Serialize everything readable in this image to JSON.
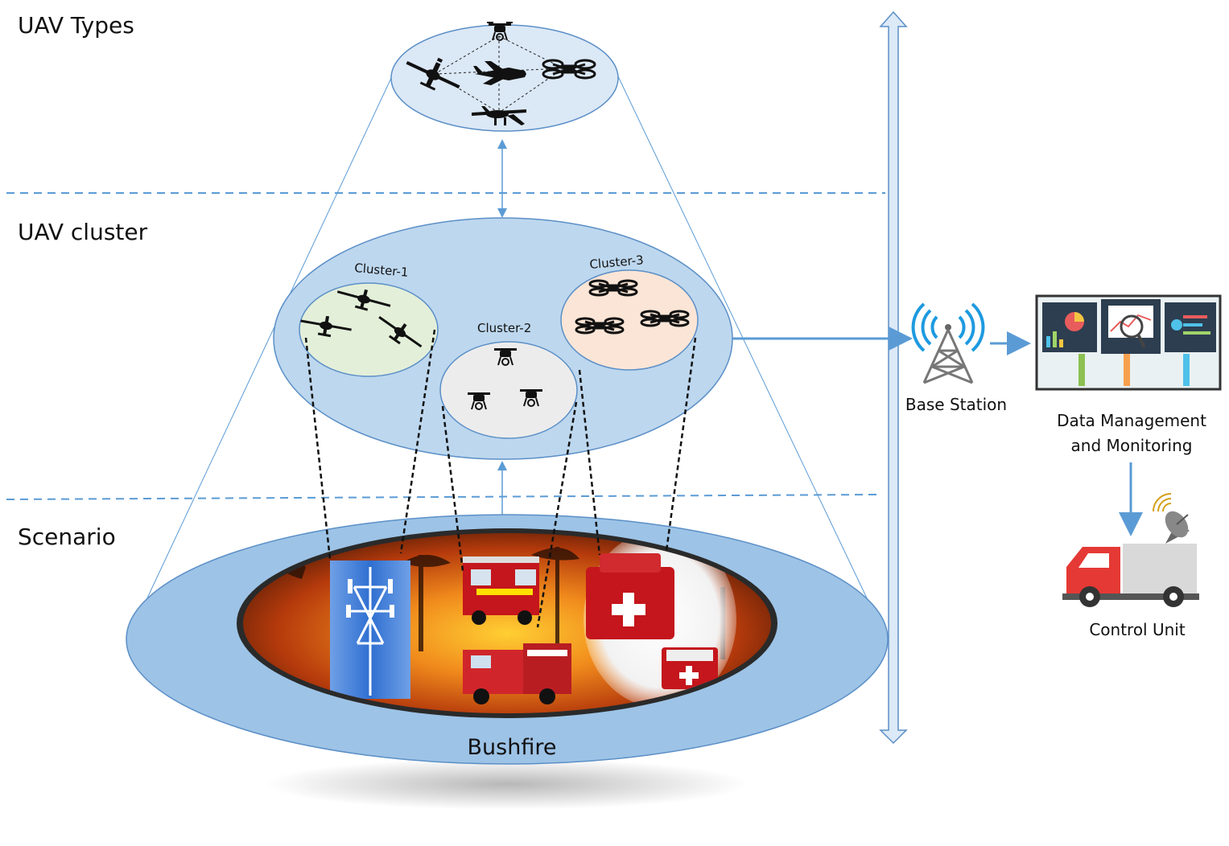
{
  "layers": {
    "types": "UAV Types",
    "cluster": "UAV cluster",
    "scenario": "Scenario"
  },
  "clusters": [
    {
      "label": "Cluster-1",
      "uav_icon": "fixed-wing-drone-icon",
      "uav_count": 3,
      "fill": "#e3efd9"
    },
    {
      "label": "Cluster-2",
      "uav_icon": "hexacopter-drone-icon",
      "uav_count": 3,
      "fill": "#ececec"
    },
    {
      "label": "Cluster-3",
      "uav_icon": "quadcopter-drone-icon",
      "uav_count": 3,
      "fill": "#fbe5d6"
    }
  ],
  "uav_types": [
    "hexacopter-drone-icon",
    "fixed-wing-drone-icon",
    "jet-drone-icon",
    "quadcopter-drone-icon",
    "predator-drone-icon"
  ],
  "scenario": {
    "label": "Bushfire",
    "items": [
      "cell-tower-image",
      "fire-truck-image",
      "ambulance-image",
      "first-aid-kit-image"
    ]
  },
  "ground": {
    "base_station": "Base Station",
    "data_management_line1": "Data Management",
    "data_management_line2": "and Monitoring",
    "control_unit": "Control Unit"
  },
  "colors": {
    "disc_fill": "#c6daf0",
    "disc_stroke": "#5b8fc7",
    "cluster_fill": "#bdd7ee",
    "bottom_fill": "#9dc3e6",
    "arrow": "#5b9bd5",
    "fire": "#e0651a"
  }
}
